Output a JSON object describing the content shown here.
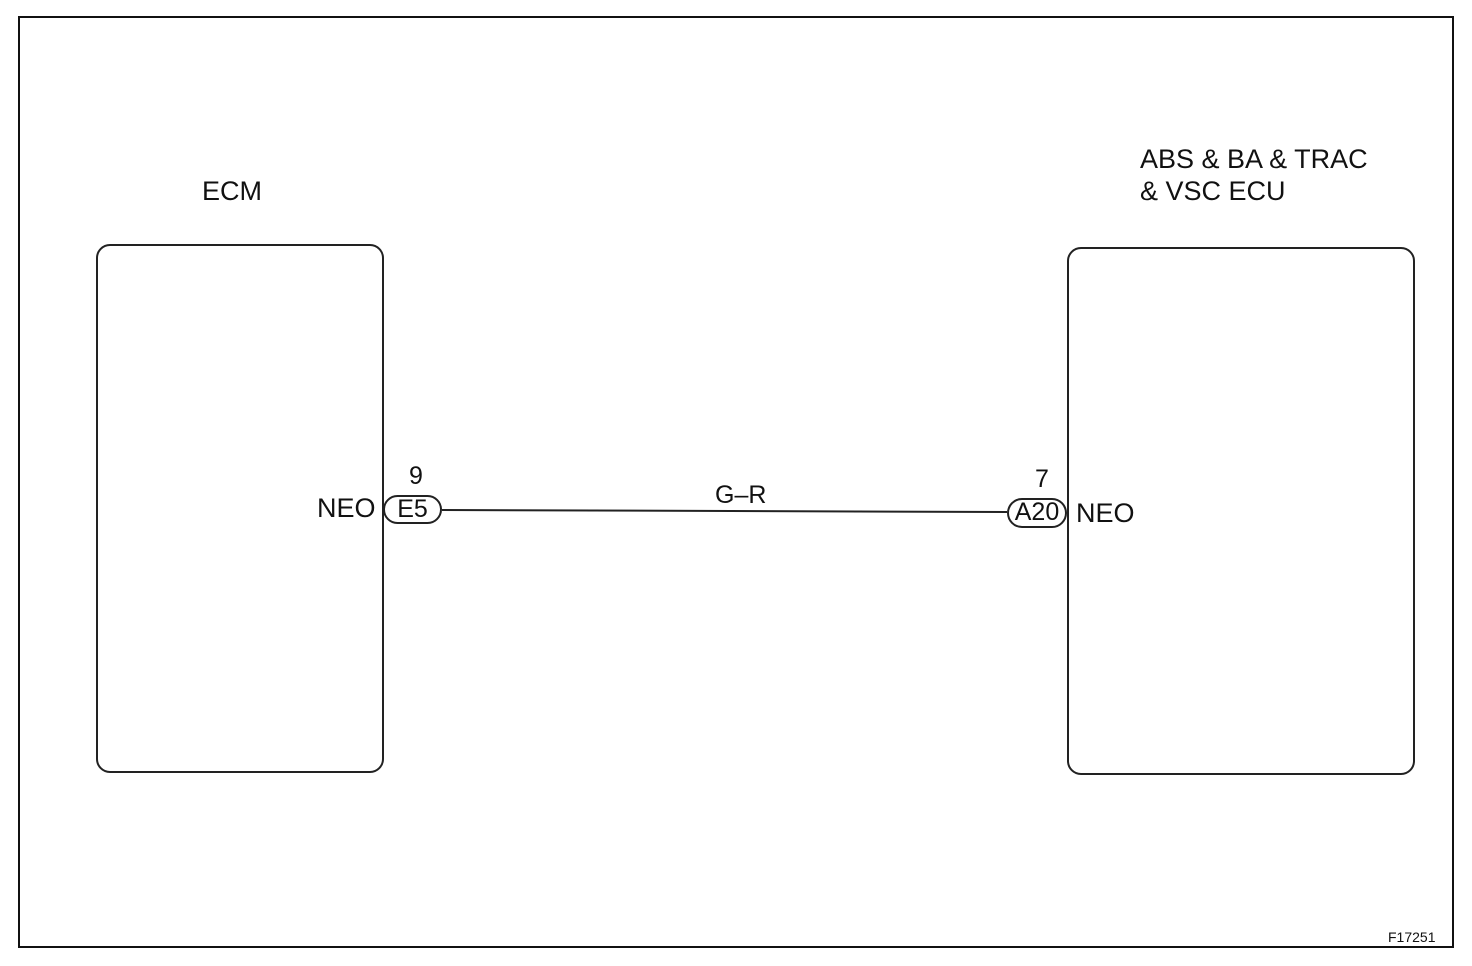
{
  "ecm": {
    "title": "ECM",
    "terminal": "NEO",
    "connector": "E5",
    "pin": "9"
  },
  "abs_ecu": {
    "title_line1": "ABS & BA & TRAC",
    "title_line2": "& VSC ECU",
    "terminal": "NEO",
    "connector": "A20",
    "pin": "7"
  },
  "wire": {
    "color_code": "G–R"
  },
  "figure_code": "F17251"
}
